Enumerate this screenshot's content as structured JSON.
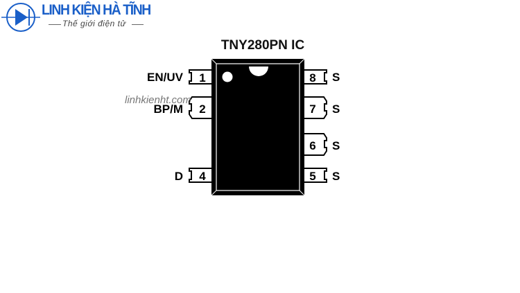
{
  "logo": {
    "brand": "LINH KIỆN HÀ TĨNH",
    "tagline": "Thế giới điện tử"
  },
  "diagram": {
    "title": "TNY280PN IC",
    "watermark": "linhkienht.com",
    "left_pins": [
      {
        "number": "1",
        "label": "EN/UV"
      },
      {
        "number": "2",
        "label": "BP/M"
      },
      {
        "number": "4",
        "label": "D"
      }
    ],
    "right_pins": [
      {
        "number": "8",
        "label": "S"
      },
      {
        "number": "7",
        "label": "S"
      },
      {
        "number": "6",
        "label": "S"
      },
      {
        "number": "5",
        "label": "S"
      }
    ]
  }
}
